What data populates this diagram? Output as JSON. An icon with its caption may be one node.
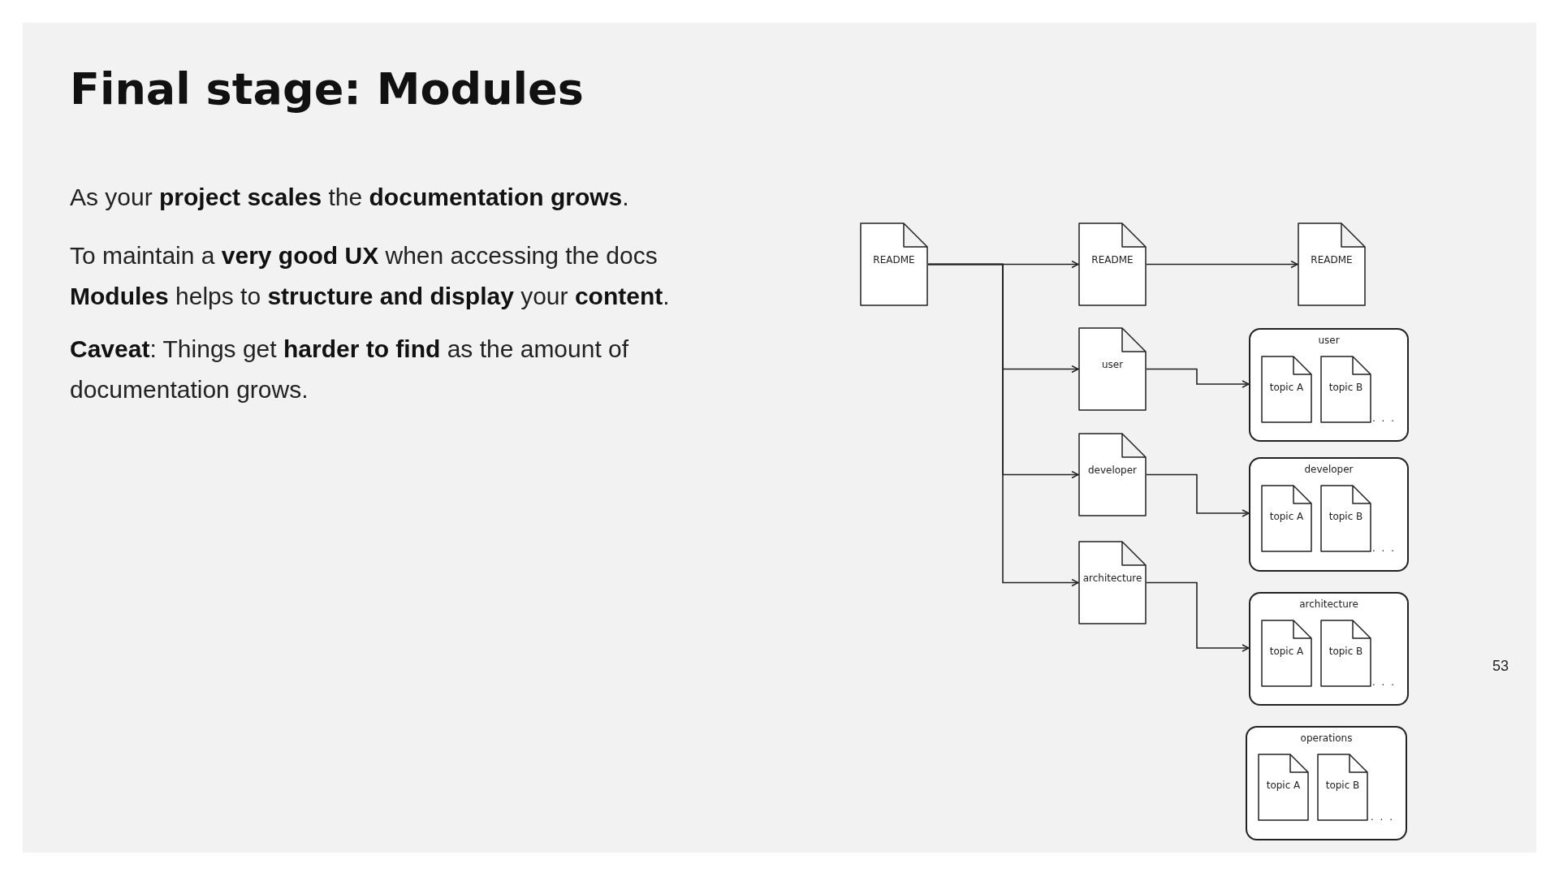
{
  "diagram": {
    "title": "Final stage: Modules",
    "nodes": [
      {
        "text": [
          "README"
        ]
      },
      {
        "text": [
          "README"
        ]
      },
      {
        "text": [
          "README"
        ]
      },
      {
        "text": [
          "user"
        ]
      },
      {
        "text": [
          "developer"
        ]
      },
      {
        "text": [
          "architecture"
        ]
      },
      {
        "text": [
          "user",
          ". . ."
        ]
      },
      {
        "text": [
          "topic A"
        ],
        "in": 6
      },
      {
        "text": [
          "topic B"
        ],
        "in": 6
      },
      {
        "text": [
          "developer",
          ". . ."
        ]
      },
      {
        "text": [
          "topic A"
        ],
        "in": 9
      },
      {
        "text": [
          "topic B"
        ],
        "in": 9
      },
      {
        "text": [
          "architecture",
          ". . ."
        ]
      },
      {
        "text": [
          "topic A"
        ],
        "in": 12
      },
      {
        "text": [
          "topic B"
        ],
        "in": 12
      },
      {
        "text": [
          "operations",
          ". . ."
        ]
      },
      {
        "text": [
          "topic A"
        ],
        "in": 15
      },
      {
        "text": [
          "topic B"
        ],
        "in": 15
      }
    ],
    "edges": [
      {
        "from": 0,
        "to": 1,
        "arrow": "to"
      },
      {
        "from": 0,
        "to": 3,
        "arrow": "to"
      },
      {
        "from": 0,
        "to": 4,
        "arrow": "to"
      },
      {
        "from": 0,
        "to": 5,
        "arrow": "to"
      },
      {
        "from": 1,
        "to": 2,
        "arrow": "to"
      },
      {
        "from": 3,
        "to": 6,
        "arrow": "to"
      },
      {
        "from": 4,
        "to": 9,
        "arrow": "to"
      },
      {
        "from": 5,
        "to": 12,
        "arrow": "to"
      }
    ],
    "labels": [
      "As your **project scales** the **documentation grows**.",
      "To maintain a **very good UX** when accessing the docs **Modules** helps to **structure and display** your **content**.",
      "**Caveat**: Things get **harder to find** as the amount of documentation grows.",
      "53"
    ]
  }
}
